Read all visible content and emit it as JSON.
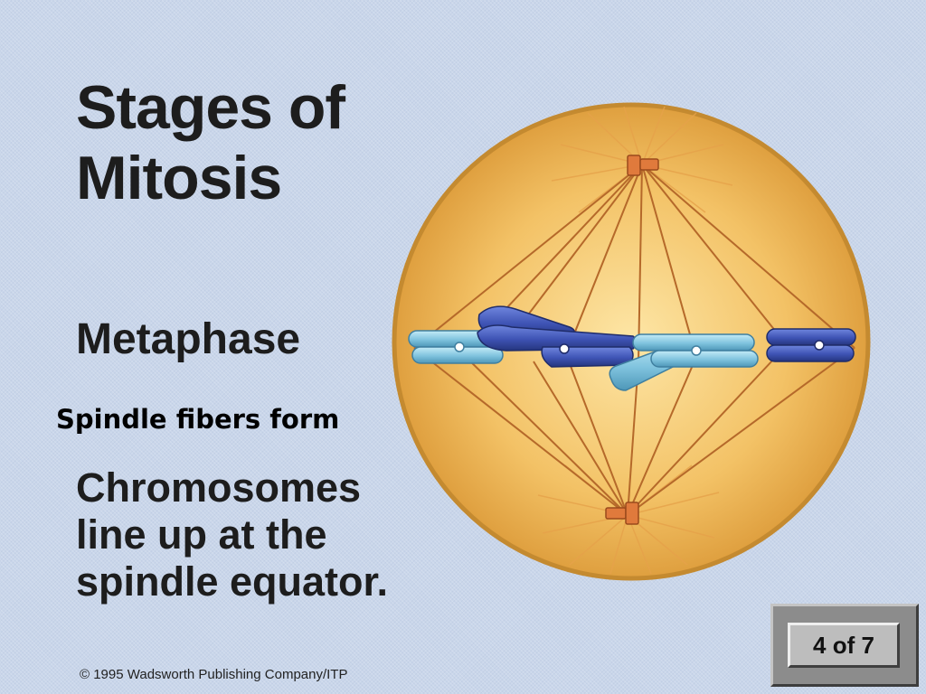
{
  "slide": {
    "title_line1": "Stages of",
    "title_line2": "Mitosis",
    "phase": "Metaphase",
    "note": "Spindle fibers form",
    "desc_line1": "Chromosomes",
    "desc_line2": "line up at the",
    "desc_line3": "spindle equator.",
    "copyright": "© 1995 Wadsworth Publishing Company/ITP"
  },
  "pager": {
    "label": "4 of 7"
  },
  "colors": {
    "background": "#c9d6ea",
    "cell": "#f0b24a",
    "cell_border": "#c98a2e",
    "spindle": "#b56a2a",
    "centriole": "#e07a3c",
    "chromosome_dark": "#3f56b8",
    "chromosome_light": "#7fc3de"
  }
}
